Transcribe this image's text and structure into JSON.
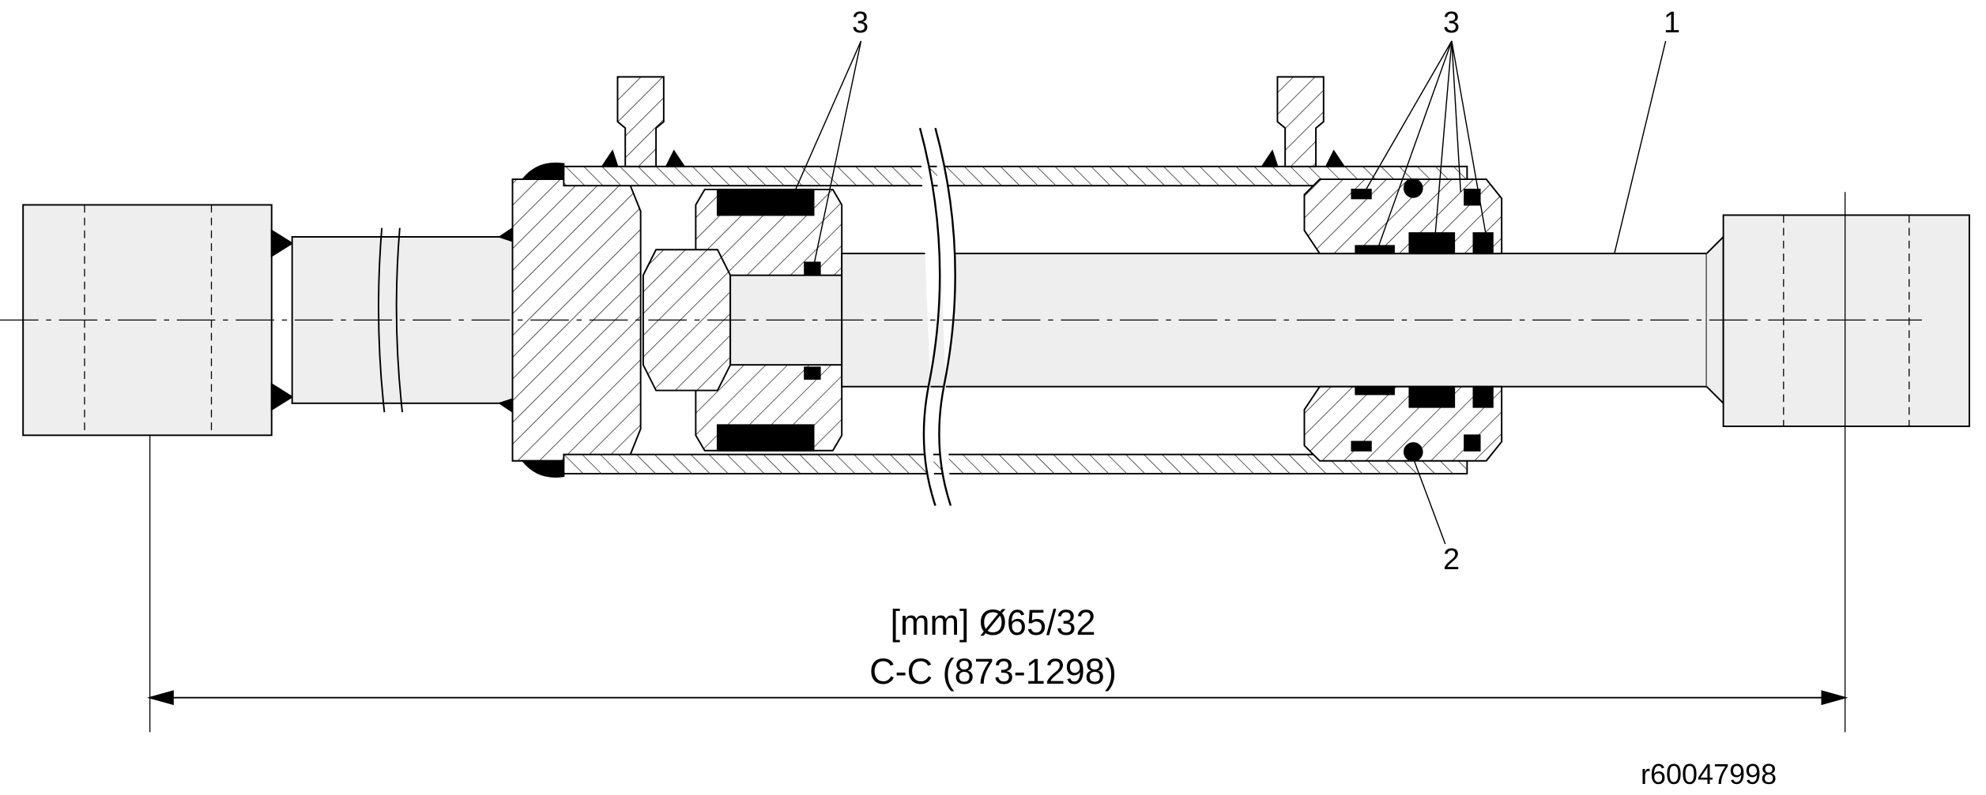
{
  "drawing": {
    "title": "Hydraulic cylinder sectional drawing",
    "callouts": [
      "3",
      "3",
      "1",
      "2"
    ],
    "dimension_line1": "[mm] Ø65/32",
    "dimension_line2": "C-C (873-1298)",
    "reference_code": "r60047998"
  }
}
